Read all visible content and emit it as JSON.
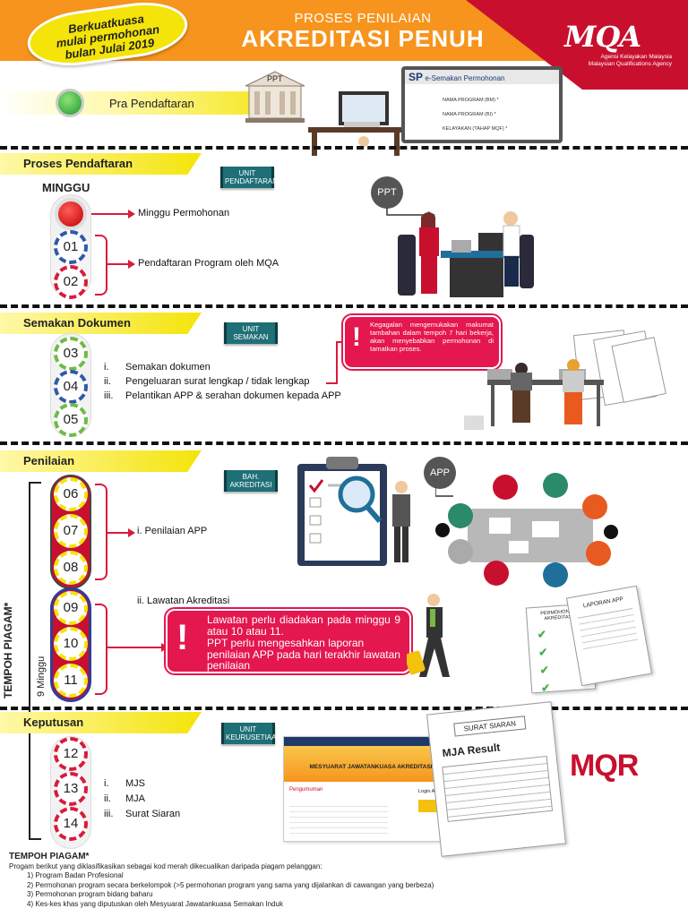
{
  "header": {
    "badge_lines": [
      "Berkuatkuasa",
      "mulai permohonan",
      "bulan Julai 2019"
    ],
    "title_small": "PROSES PENILAIAN",
    "title_big": "AKREDITASI PENUH",
    "logo_mark": "MQA",
    "logo_sub1": "Agensi Kelayakan Malaysia",
    "logo_sub2": "Malaysian Qualifications Agency"
  },
  "pra": {
    "label": "Pra Pendaftaran",
    "building_label": "PPT",
    "screen_brand": "SP",
    "screen_title": "e-Semakan Permohonan",
    "fields": [
      "NAMA PROGRAM (BM) *",
      "NAMA PROGRAM (BI) *",
      "KELAYAKAN (TAHAP MQF) *"
    ]
  },
  "pendaftaran": {
    "tag": "Proses Pendaftaran",
    "unit": "UNIT PENDAFTARAN",
    "minggu_label": "MINGGU",
    "weeks": [
      "01",
      "02"
    ],
    "item1": "Minggu Permohonan",
    "item2": "Pendaftaran Program oleh MQA",
    "bubble": "PPT"
  },
  "semakan": {
    "tag": "Semakan Dokumen",
    "unit": "UNIT SEMAKAN",
    "weeks": [
      "03",
      "04",
      "05"
    ],
    "items": [
      {
        "num": "i.",
        "text": "Semakan dokumen"
      },
      {
        "num": "ii.",
        "text": "Pengeluaran surat lengkap / tidak lengkap"
      },
      {
        "num": "iii.",
        "text": "Pelantikan APP & serahan dokumen kepada APP"
      }
    ],
    "warning": "Kegagalan mengemukakan makumat tambahan dalam tempoh 7 hari bekerja, akan menyebabkan permohonan di tamatkan proses."
  },
  "penilaian": {
    "tag": "Penilaian",
    "unit": "BAH. AKREDITASI",
    "weeks": [
      "06",
      "07",
      "08",
      "09",
      "10",
      "11"
    ],
    "item1": "i.  Penilaian APP",
    "item2": "ii. Lawatan Akreditasi",
    "bubble": "APP",
    "tempoh_label": "TEMPOH PIAGAM*",
    "tempoh_weeks": "9 Minggu",
    "warning_lines": [
      "Lawatan perlu diadakan pada minggu 9 atau 10 atau 11.",
      "PPT perlu mengesahkan laporan penilaian APP pada hari terakhir lawatan penilaian"
    ],
    "report1": "PERMOHONAN AKREDITASI",
    "report2": "LAPORAN APP"
  },
  "keputusan": {
    "tag": "Keputusan",
    "unit": "UNIT KEURUSETIAAN",
    "weeks": [
      "12",
      "13",
      "14"
    ],
    "items": [
      {
        "num": "i.",
        "text": "MJS"
      },
      {
        "num": "ii.",
        "text": "MJA"
      },
      {
        "num": "iii.",
        "text": "Surat Siaran"
      }
    ],
    "portal_title": "MESYUARAT JAWATANKUASA AKREDITASI",
    "portal_sub": "Pengumuman",
    "login_label": "Login Ahli",
    "surat_title": "SURAT SIARAN",
    "mja_result": "MJA Result",
    "mqr_logo": "MQR"
  },
  "footnote": {
    "heading": "TEMPOH PIAGAM*",
    "intro": "Progam berikut yang diklasifikasikan sebagai kod merah dikecualikan daripada piagam pelanggan:",
    "items": [
      "1) Program Badan Profesional",
      "2) Permohonan program secara berkelompok (>5 permohonan program yang sama yang dijalankan  di cawangan yang berbeza)",
      "3) Permohonan program bidang baharu",
      "4) Kes-kes khas yang diputuskan oleh Mesyuarat Jawatankuasa Semakan Induk"
    ]
  },
  "colors": {
    "orange": "#f7941d",
    "red": "#c8102e",
    "yellow": "#f4e409",
    "teal": "#1f6f77",
    "pink": "#e4174f",
    "blue_ring": "#2e5aa8",
    "green_ring": "#6dbb45",
    "red_ring": "#d81b3c"
  }
}
